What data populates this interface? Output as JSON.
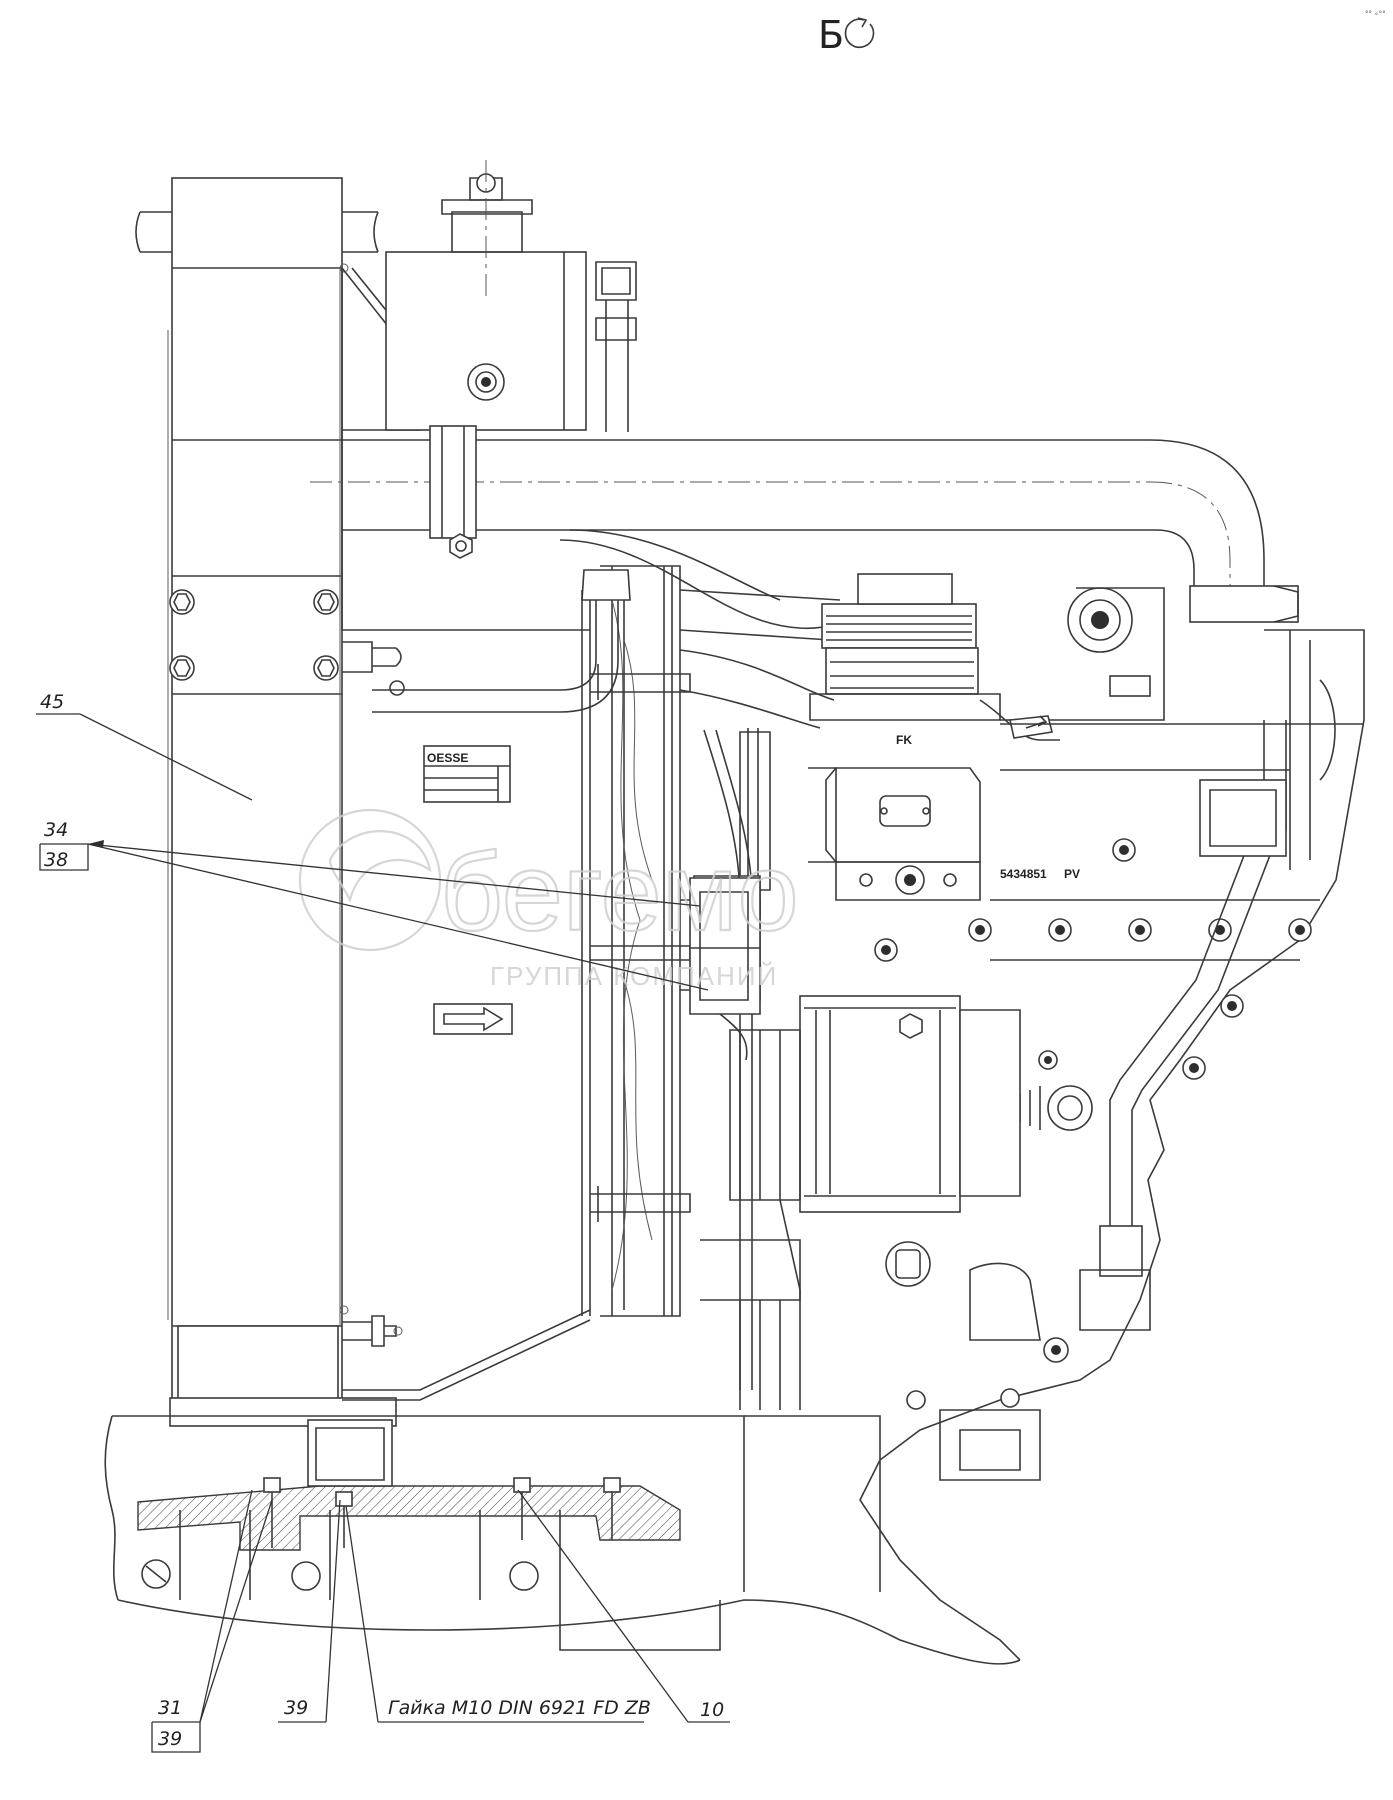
{
  "view_label": "Б",
  "corner_mark": "°° ∘°°",
  "watermark": {
    "brand": "бегемо",
    "subtitle": "ГРУППА КОМПАНИЙ"
  },
  "component_markings": {
    "nameplate": "OESSE",
    "compressor": "FK",
    "serial": "5434851",
    "code": "PV"
  },
  "callouts": [
    {
      "id": "c45",
      "top": "45",
      "bottom": ""
    },
    {
      "id": "c34",
      "top": "34",
      "bottom": "38"
    },
    {
      "id": "c31",
      "top": "31",
      "bottom": "39"
    },
    {
      "id": "c39",
      "top": "39",
      "bottom": ""
    },
    {
      "id": "cnut",
      "top": "Гайка М10 DIN 6921 FD ZB",
      "bottom": ""
    },
    {
      "id": "c10",
      "top": "10",
      "bottom": ""
    }
  ]
}
